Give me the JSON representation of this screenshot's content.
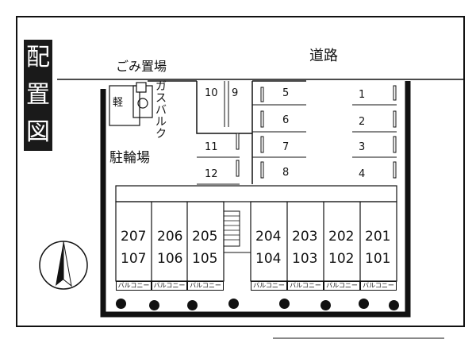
{
  "title_chars": [
    "配",
    "置",
    "図"
  ],
  "road_label": "道路",
  "garbage_label": "ごみ置場",
  "gas_label": "ガスバルク",
  "kei_label": "軽",
  "bike_label": "駐輪場",
  "parking_right": [
    "1",
    "2",
    "3",
    "4"
  ],
  "parking_mid": [
    "5",
    "6",
    "7",
    "8"
  ],
  "parking_left": [
    "10",
    "9",
    "11",
    "12"
  ],
  "units_upper": [
    "207",
    "206",
    "205",
    "204",
    "203",
    "202",
    "201"
  ],
  "units_lower": [
    "107",
    "106",
    "105",
    "104",
    "103",
    "102",
    "101"
  ],
  "balcony_label": "バルコニー"
}
